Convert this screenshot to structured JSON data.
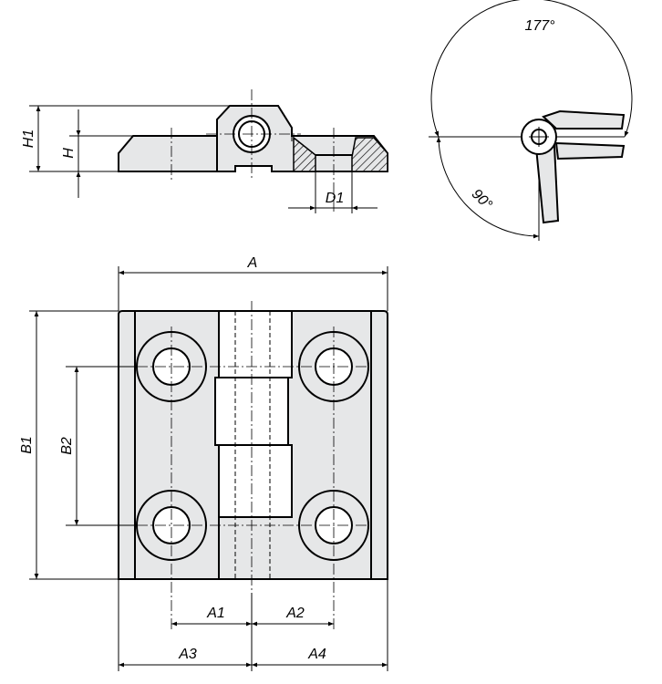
{
  "side_view": {
    "labels": {
      "h1": "H1",
      "h": "H",
      "d1": "D1"
    }
  },
  "rotation_view": {
    "labels": {
      "open_angle": "177°",
      "right_angle": "90°"
    }
  },
  "plan_view": {
    "labels": {
      "a": "A",
      "b1": "B1",
      "b2": "B2",
      "a1": "A1",
      "a2": "A2",
      "a3": "A3",
      "a4": "A4"
    }
  },
  "colors": {
    "part_fill": "#e6e7e8",
    "line": "#000000",
    "background": "#ffffff"
  }
}
